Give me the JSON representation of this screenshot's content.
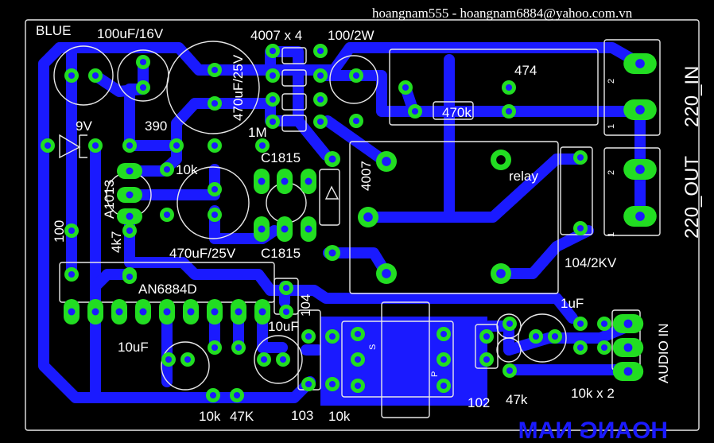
{
  "header": {
    "contact": "hoangnam555 - hoangnam6884@yahoo.com.vn"
  },
  "colors": {
    "background": "#000000",
    "copper": "#1a1aff",
    "pad": "#22dd22",
    "silkscreen": "#ffffff"
  },
  "labels": {
    "led": "BLUE",
    "cap_100uf": "100uF/16V",
    "cap_470uf_top": "470uF/25V",
    "bridge": "4007 x 4",
    "res_100": "100/2W",
    "cap_474": "474",
    "res_470k": "470k",
    "input_220": "220_IN",
    "output_220": "220_OUT",
    "zener": "9V",
    "res_390": "390",
    "res_1m": "1M",
    "q1": "C1815",
    "q2": "C1815",
    "res_10k_a": "10k",
    "pnp": "A1013",
    "diode": "4007",
    "relay": "relay",
    "res_100b": "100",
    "res_4k7": "4k7",
    "cap_470uf_mid": "470uF/25V",
    "ic": "AN6884D",
    "cap_104": "104",
    "cap_104_2kv": "104/2KV",
    "cap_10uf_left": "10uF",
    "cap_10uf_right": "10uF",
    "cap_1uf": "1uF",
    "audio_in": "AUDIO IN",
    "res_10k_b": "10k",
    "res_47k_a": "47K",
    "cap_103": "103",
    "res_10k_c": "10k",
    "cap_102": "102",
    "res_47k_b": "47k",
    "res_10k_x2": "10k x 2",
    "brand_mirrored": "HOANG NAM",
    "pin2_a": "2",
    "pin1_a": "1",
    "pin2_b": "2",
    "pin1_b": "1",
    "pin_s": "S",
    "pin_p": "P"
  }
}
